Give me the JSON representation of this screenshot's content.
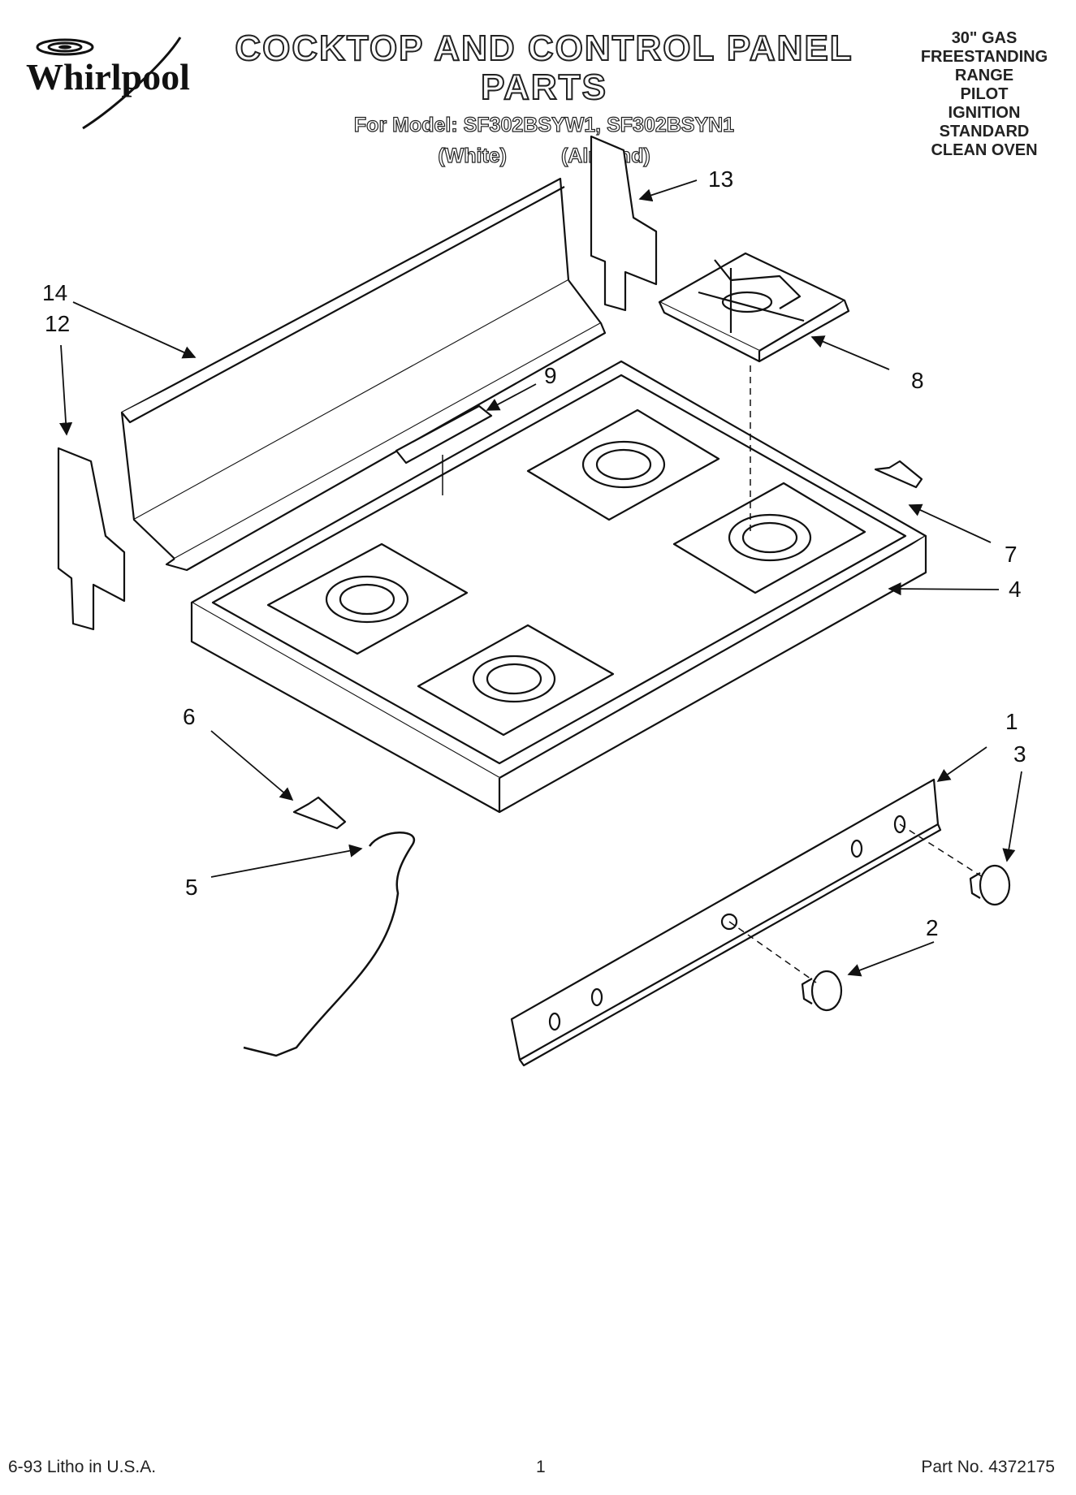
{
  "brand": {
    "name": "Whirlpool"
  },
  "header": {
    "title": "COCKTOP AND CONTROL PANEL PARTS",
    "model_line": "For Model: SF302BSYW1, SF302BSYN1",
    "variant_white": "(White)",
    "variant_almond": "(Almond)"
  },
  "product_description": [
    "30\" GAS",
    "FREESTANDING",
    "RANGE",
    "PILOT",
    "IGNITION",
    "STANDARD",
    "CLEAN OVEN"
  ],
  "callouts": [
    "1",
    "2",
    "3",
    "4",
    "5",
    "6",
    "7",
    "8",
    "9",
    "12",
    "13",
    "14"
  ],
  "footer": {
    "litho": "6-93  Litho in U.S.A.",
    "page": "1",
    "part_no": "Part No. 4372175"
  }
}
